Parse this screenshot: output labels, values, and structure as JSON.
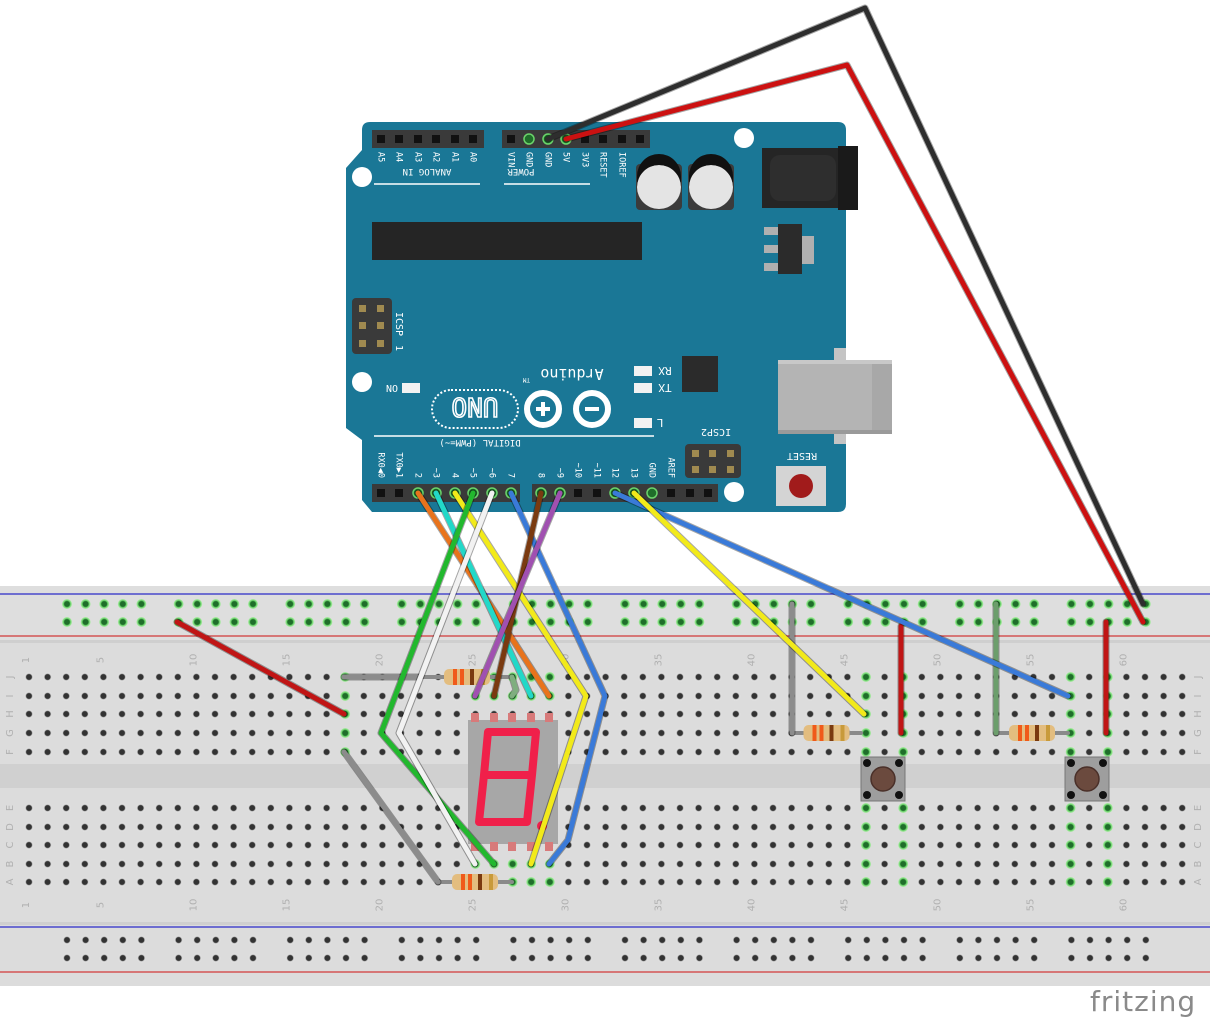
{
  "app": {
    "brand": "fritzing"
  },
  "arduino": {
    "board_name": "UNO",
    "logo_text": "Arduino",
    "trademark": "TM",
    "analog_header_label": "ANALOG IN",
    "analog_pins": [
      "A5",
      "A4",
      "A3",
      "A2",
      "A1",
      "A0"
    ],
    "power_header_label": "POWER",
    "power_pins": [
      "VIN",
      "GND",
      "GND",
      "5V",
      "3V3",
      "RESET",
      "IOREF"
    ],
    "digital_header_label": "DIGITAL (PWM=~)",
    "digital_pins": [
      "RX0◀0",
      "TX0▶1",
      "2",
      "~3",
      "4",
      "~5",
      "~6",
      "7",
      "8",
      "~9",
      "~10",
      "~11",
      "12",
      "13",
      "GND",
      "AREF"
    ],
    "led_labels": {
      "rx": "RX",
      "tx": "TX",
      "l": "L",
      "on": "ON"
    },
    "icsp_label": "ICSP",
    "icsp2_label": "ICSP2",
    "reset_label": "RESET",
    "pin1_marker": "1",
    "colors": {
      "board": "#1a7796",
      "header": "#3a3a3a",
      "silk": "#ffffff"
    }
  },
  "breadboard": {
    "column_numbers": [
      "1",
      "5",
      "10",
      "15",
      "20",
      "25",
      "30",
      "35",
      "40",
      "45",
      "50",
      "55",
      "60"
    ],
    "row_letters_top": [
      "J",
      "I",
      "H",
      "G",
      "F"
    ],
    "row_letters_bottom": [
      "E",
      "D",
      "C",
      "B",
      "A"
    ],
    "rail_colors": {
      "negative": "#2b2bc8",
      "positive": "#d23a3a"
    }
  },
  "components": {
    "seven_segment": {
      "digit_shown": "8",
      "decimal_point": true,
      "segment_color": "#f0204a"
    },
    "resistors": 4,
    "pushbuttons": 2
  },
  "wires": [
    {
      "name": "gnd-to-rail",
      "color": "#2e2e2e",
      "from": "Arduino GND",
      "to": "top rail"
    },
    {
      "name": "5v-to-rail",
      "color": "#cc1111",
      "from": "Arduino 5V",
      "to": "top rail"
    },
    {
      "name": "pin2",
      "color": "#e8731c",
      "from": "D2",
      "to": "breadboard"
    },
    {
      "name": "pin3",
      "color": "#22d8c8",
      "from": "D3",
      "to": "breadboard"
    },
    {
      "name": "pin4",
      "color": "#f2ea1a",
      "from": "D4",
      "to": "breadboard"
    },
    {
      "name": "pin5",
      "color": "#22b82e",
      "from": "D5",
      "to": "breadboard"
    },
    {
      "name": "pin6",
      "color": "#f2f2f2",
      "from": "D6",
      "to": "breadboard"
    },
    {
      "name": "pin7",
      "color": "#3a7ad8",
      "from": "D7",
      "to": "breadboard"
    },
    {
      "name": "pin8",
      "color": "#7a3a10",
      "from": "D8",
      "to": "breadboard"
    },
    {
      "name": "pin9",
      "color": "#a050b0",
      "from": "D9",
      "to": "breadboard"
    },
    {
      "name": "pin12",
      "color": "#3a7ad8",
      "from": "D12",
      "to": "button 2"
    },
    {
      "name": "pin13",
      "color": "#f2ea1a",
      "from": "D13",
      "to": "button 1"
    }
  ]
}
